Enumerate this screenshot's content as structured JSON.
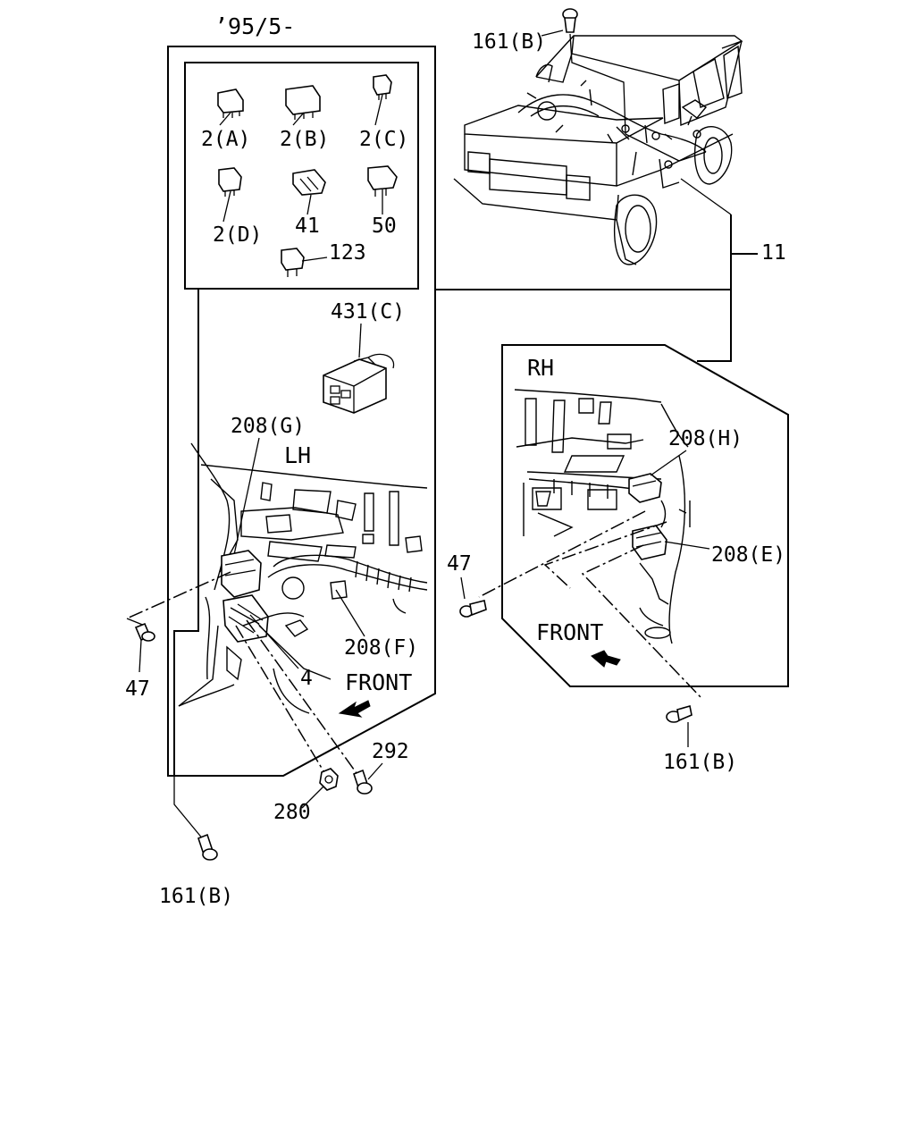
{
  "header": {
    "date_code": "’95/5-"
  },
  "panels": {
    "lh_title": "LH",
    "rh_title": "RH",
    "front_lh": "FRONT",
    "front_rh": "FRONT"
  },
  "callouts": {
    "p2a": "2(A)",
    "p2b": "2(B)",
    "p2c": "2(C)",
    "p2d": "2(D)",
    "p41": "41",
    "p50": "50",
    "p123": "123",
    "p431c": "431(C)",
    "p208g": "208(G)",
    "p208f": "208(F)",
    "p208h": "208(H)",
    "p208e": "208(E)",
    "p4": "4",
    "p11": "11",
    "p47_left": "47",
    "p47_right": "47",
    "p280": "280",
    "p292": "292",
    "p161b_top": "161(B)",
    "p161b_right": "161(B)",
    "p161b_bottom": "161(B)"
  },
  "icons": {
    "bolt": "bolt-icon",
    "nut": "nut-icon",
    "relay": "relay-icon",
    "connector": "connector-icon",
    "arrow": "front-arrow-icon"
  },
  "colors": {
    "line": "#000000",
    "background": "#ffffff"
  }
}
